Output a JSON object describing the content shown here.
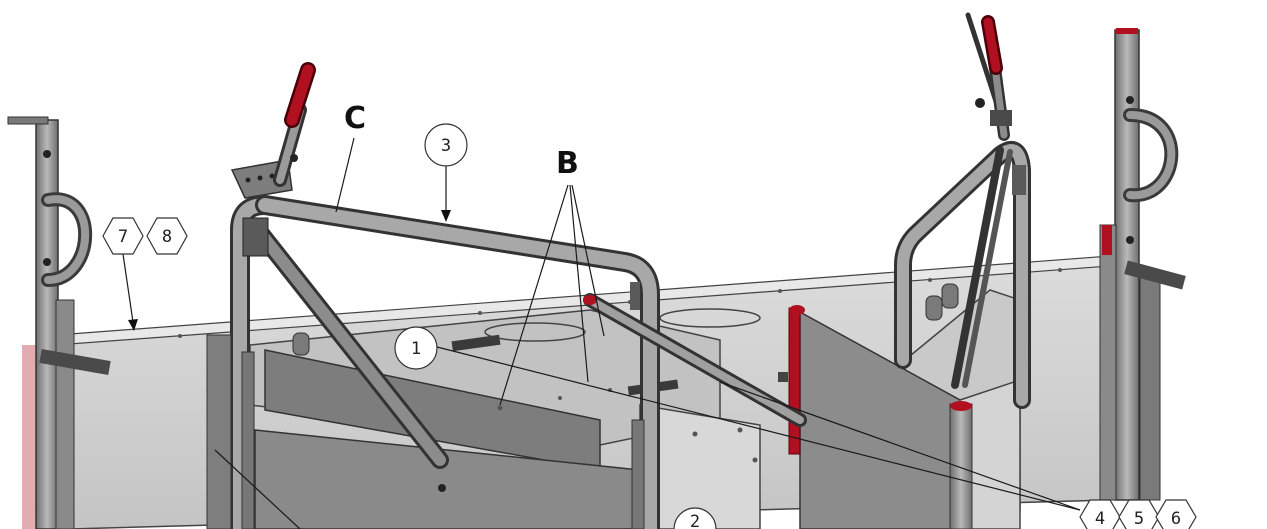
{
  "letters": {
    "b": "B",
    "c": "C"
  },
  "callouts": {
    "n1": "1",
    "n2": "2",
    "n3": "3",
    "n4": "4",
    "n5": "5",
    "n6": "6",
    "n7": "7",
    "n8": "8"
  },
  "colors": {
    "tube": "#9a9a9a",
    "tube_dark": "#555555",
    "panel": "#d0d0d0",
    "panel_dark": "#8a8a8a",
    "accent_red": "#b01020",
    "background": "#ffffff"
  }
}
